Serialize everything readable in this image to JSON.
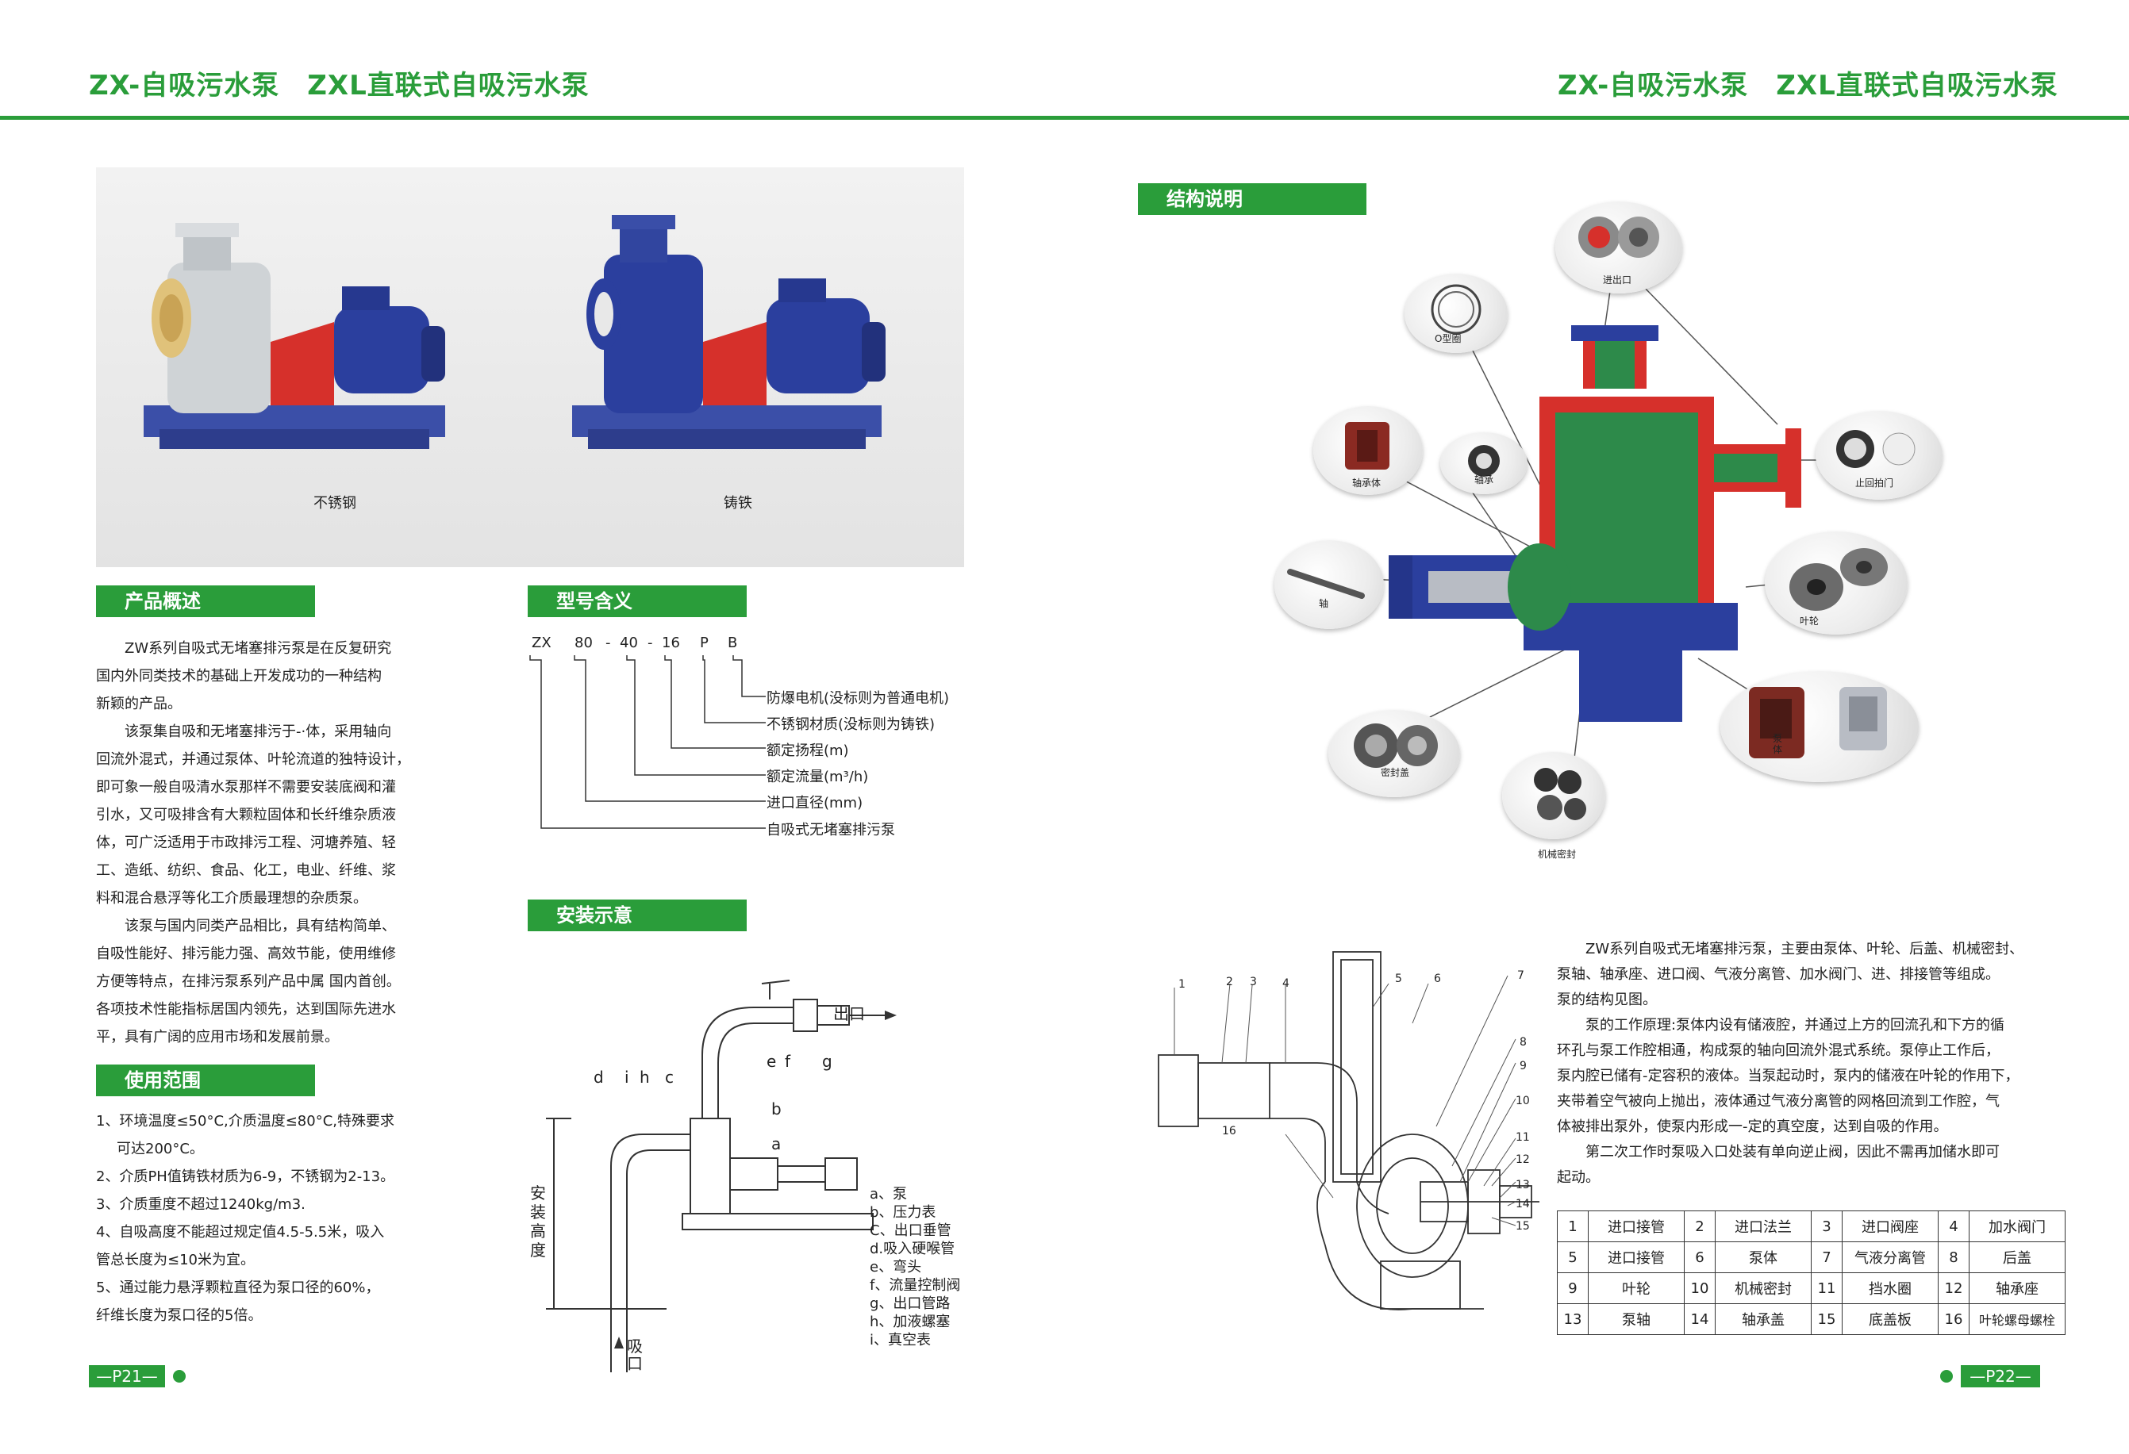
{
  "header": {
    "left_title": "ZX-自吸污水泵　ZXL直联式自吸污水泵",
    "right_title": "ZX-自吸污水泵　ZXL直联式自吸污水泵"
  },
  "photo": {
    "left_caption": "不锈钢",
    "right_caption": "铸铁"
  },
  "overview": {
    "title": "产品概述",
    "paragraphs": [
      "ZW系列自吸式无堵塞排污泵是在反复研究",
      "国内外同类技术的基础上开发成功的一种结构",
      "新颖的产品。",
      "该泵集自吸和无堵塞排污于-·体，采用轴向",
      "回流外混式，并通过泵体、叶轮流道的独特设计，",
      "即可象一般自吸清水泵那样不需要安装底阀和灌",
      "引水，又可吸排含有大颗粒固体和长纤维杂质液",
      "体，可广泛适用于市政排污工程、河塘养殖、轻",
      "工、造纸、纺织、食品、化工，电业、纤维、浆",
      "料和混合悬浮等化工介质最理想的杂质泵。",
      "该泵与国内同类产品相比，具有结构简单、",
      "自吸性能好、排污能力强、高效节能，使用维修",
      "方便等特点，在排污泵系列产品中属 国内首创。",
      "各项技术性能指标居国内领先，达到国际先进水",
      "平，具有广阔的应用市场和发展前景。"
    ]
  },
  "usage": {
    "title": "使用范围",
    "lines": [
      "1、环境温度≤50°C,介质温度≤80°C,特殊要求",
      "可达200°C。",
      "2、介质PH值铸铁材质为6-9，不锈钢为2-13。",
      "3、介质重度不超过1240kg/m3.",
      "4、自吸高度不能超过规定值4.5-5.5米，吸入",
      "管总长度为≤10米为宜。",
      "5、通过能力悬浮颗粒直径为泵口径的60%，",
      "纤维长度为泵口径的5倍。"
    ]
  },
  "model": {
    "title": "型号含义",
    "codes": [
      "ZX",
      "80",
      "-",
      "40",
      "-",
      "16",
      "P",
      "B"
    ],
    "meanings": [
      "防爆电机(没标则为普通电机)",
      "不锈钢材质(没标则为铸铁)",
      "额定扬程(m)",
      "额定流量(m³/h)",
      "进口直径(mm)",
      "自吸式无堵塞排污泵"
    ]
  },
  "install": {
    "title": "安装示意",
    "outlet": "出口",
    "suction": "吸口",
    "height_label": "安装高度",
    "letters": [
      "d",
      "i",
      "h",
      "c",
      "e",
      "f",
      "g",
      "b",
      "a"
    ],
    "legend": [
      "a、泵",
      "b、压力表",
      "C、出口垂管",
      "d.吸入硬喉管",
      "e、弯头",
      "f、流量控制阀",
      "g、出口管路",
      "h、加液螺塞",
      "i、真空表"
    ]
  },
  "structure": {
    "title": "结构说明",
    "callouts": [
      "进出口",
      "O型圈",
      "轴承体",
      "轴承",
      "止回拍门",
      "轴",
      "叶轮",
      "密封盖",
      "泵体",
      "机械密封"
    ]
  },
  "description": {
    "paragraphs": [
      "ZW系列自吸式无堵塞排污泵，主要由泵体、叶轮、后盖、机械密封、",
      "泵轴、轴承座、进口阀、气液分离管、加水阀门、进、排接管等组成。",
      "泵的结构见图。",
      "泵的工作原理:泵体内设有储液腔，并通过上方的回流孔和下方的循",
      "环孔与泵工作腔相通，构成泵的轴向回流外混式系统。泵停止工作后，",
      "泵内腔已储有-定容积的液体。当泵起动时，泵内的储液在叶轮的作用下，",
      "夹带着空气被向上抛出，液体通过气液分离管的网格回流到工作腔，气",
      "体被排出泵外，使泵内形成一-定的真空度，达到自吸的作用。",
      "第二次工作时泵吸入口处装有单向逆止阀，因此不需再加储水即可",
      "起动。"
    ]
  },
  "parts_table": {
    "rows": [
      [
        [
          "1",
          "进口接管"
        ],
        [
          "2",
          "进口法兰"
        ],
        [
          "3",
          "进口阀座"
        ],
        [
          "4",
          "加水阀门"
        ]
      ],
      [
        [
          "5",
          "进口接管"
        ],
        [
          "6",
          "泵体"
        ],
        [
          "7",
          "气液分离管"
        ],
        [
          "8",
          "后盖"
        ]
      ],
      [
        [
          "9",
          "叶轮"
        ],
        [
          "10",
          "机械密封"
        ],
        [
          "11",
          "挡水圈"
        ],
        [
          "12",
          "轴承座"
        ]
      ],
      [
        [
          "13",
          "泵轴"
        ],
        [
          "14",
          "轴承盖"
        ],
        [
          "15",
          "底盖板"
        ],
        [
          "16",
          "叶轮螺母螺栓"
        ]
      ]
    ]
  },
  "drawing_numbers": [
    "1",
    "2",
    "3",
    "4",
    "5",
    "6",
    "7",
    "8",
    "9",
    "10",
    "11",
    "12",
    "13",
    "14",
    "15",
    "16"
  ],
  "pages": {
    "left": "—P21—",
    "right": "—P22—"
  },
  "colors": {
    "brand_green": "#2a9d3a",
    "pump_blue": "#2b3f9e",
    "pump_red": "#d6302b"
  }
}
